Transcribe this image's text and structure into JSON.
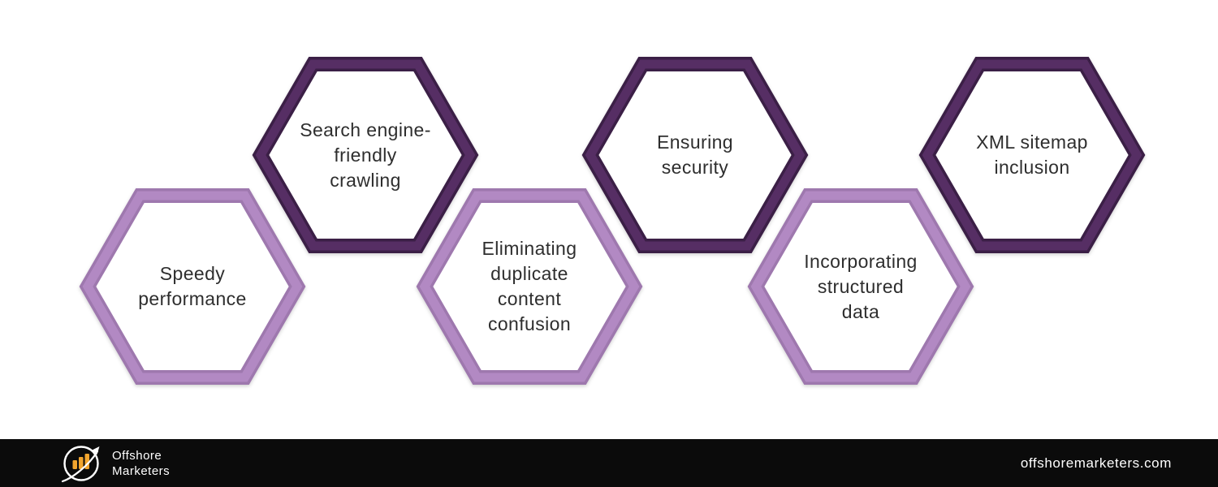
{
  "diagram": {
    "hexagons": [
      {
        "label": "Speedy\nperformance",
        "tone": "light"
      },
      {
        "label": "Search engine-\nfriendly\ncrawling",
        "tone": "dark"
      },
      {
        "label": "Eliminating\nduplicate\ncontent\nconfusion",
        "tone": "light"
      },
      {
        "label": "Ensuring\nsecurity",
        "tone": "dark"
      },
      {
        "label": "Incorporating\nstructured\ndata",
        "tone": "light"
      },
      {
        "label": "XML sitemap\ninclusion",
        "tone": "dark"
      }
    ]
  },
  "footer": {
    "brand": "Offshore\nMarketers",
    "website": "offshoremarketers.com",
    "logo_icon": "bar-chart-arrow-icon"
  },
  "colors": {
    "hex-dark": "#562e64",
    "hex-dark-edge": "#3b1f46",
    "hex-light": "#b289c3",
    "hex-light-edge": "#9e78ae",
    "text": "#2e2e2e",
    "footer-bg": "#0b0b0b",
    "footer-text": "#ffffff",
    "logo-orange": "#f2a52e"
  }
}
